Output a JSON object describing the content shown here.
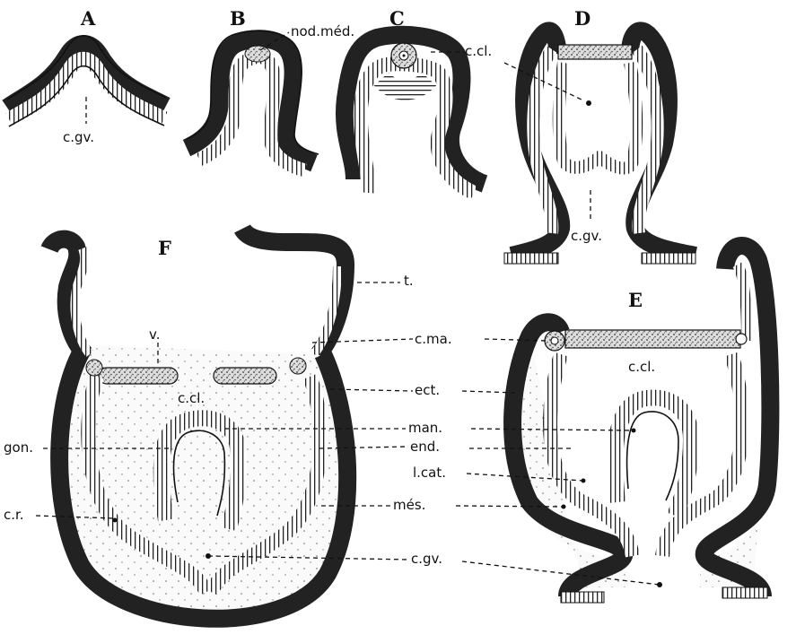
{
  "panels": [
    "A",
    "B",
    "C",
    "D",
    "E",
    "F"
  ],
  "labels": {
    "nod_med": "nod.méd.",
    "c_cl": "c.cl.",
    "c_gv": "c.gv.",
    "t": "t.",
    "v": "v.",
    "c_ma": "c.ma.",
    "ect": "ect.",
    "man": "man.",
    "gon": "gon.",
    "end": "end.",
    "l_cat": "l.cat.",
    "c_r": "c.r.",
    "mes": "més."
  },
  "colors": {
    "ink": "#111111",
    "ectoderm_stipple": "#555555",
    "columnar": "#222222",
    "mesoglea": "#f6f6f6"
  }
}
